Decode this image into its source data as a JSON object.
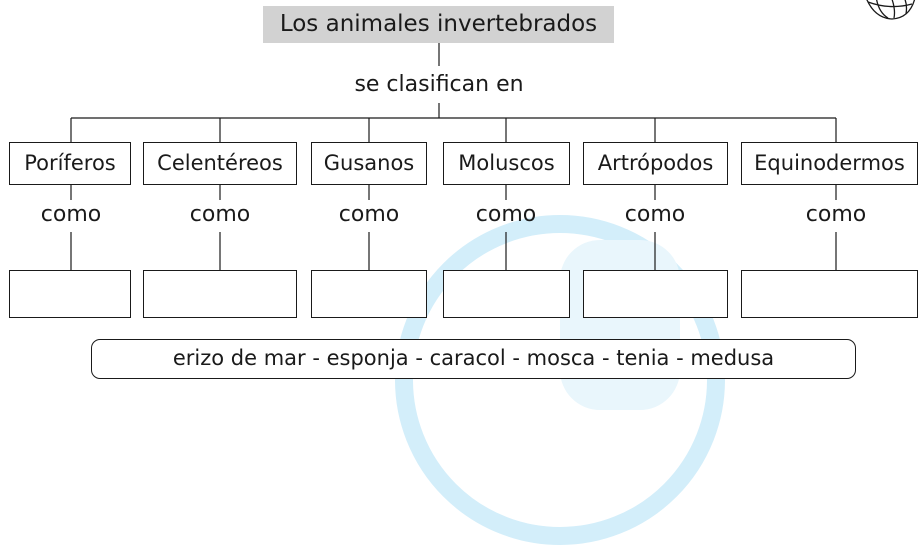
{
  "title": "Los animales invertebrados",
  "connector_label": "se clasifican en",
  "categories": [
    {
      "label": "Poríferos",
      "example_label": "como"
    },
    {
      "label": "Celentéreos",
      "example_label": "como"
    },
    {
      "label": "Gusanos",
      "example_label": "como"
    },
    {
      "label": "Moluscos",
      "example_label": "como"
    },
    {
      "label": "Artrópodos",
      "example_label": "como"
    },
    {
      "label": "Equinodermos",
      "example_label": "como"
    }
  ],
  "word_bank": "erizo de mar - esponja - caracol - mosca - tenia - medusa",
  "colors": {
    "title_fill": "#d2d2d2",
    "watermark": "#d3eefa",
    "line": "#1a1a1a"
  },
  "icons": [
    "globe-icon"
  ]
}
